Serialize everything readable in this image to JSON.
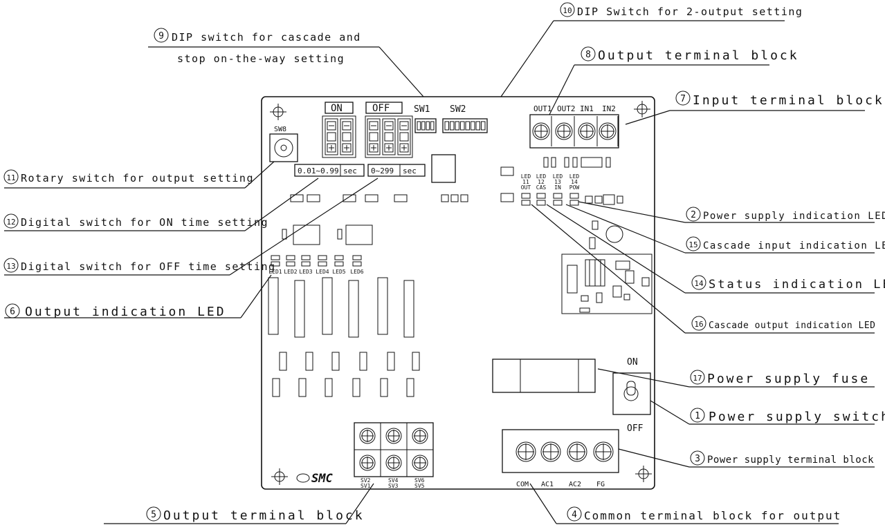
{
  "callouts": {
    "c1": {
      "num": "1",
      "text": "Power supply switch"
    },
    "c2": {
      "num": "2",
      "text": "Power supply indication LED"
    },
    "c3": {
      "num": "3",
      "text": "Power supply terminal block"
    },
    "c4": {
      "num": "4",
      "text": "Common terminal block for output"
    },
    "c5": {
      "num": "5",
      "text": "Output terminal block"
    },
    "c6": {
      "num": "6",
      "text": "Output indication LED"
    },
    "c7": {
      "num": "7",
      "text": "Input terminal block"
    },
    "c8": {
      "num": "8",
      "text": "Output terminal block"
    },
    "c9": {
      "num": "9",
      "text": "DIP switch for cascade and",
      "text2": "stop on-the-way setting"
    },
    "c10": {
      "num": "10",
      "text": "DIP Switch for 2-output setting"
    },
    "c11": {
      "num": "11",
      "text": "Rotary switch for output setting"
    },
    "c12": {
      "num": "12",
      "text": "Digital switch for ON time setting"
    },
    "c13": {
      "num": "13",
      "text": "Digital switch for OFF time setting"
    },
    "c14": {
      "num": "14",
      "text": "Status indication LED"
    },
    "c15": {
      "num": "15",
      "text": "Cascade input indication LED"
    },
    "c16": {
      "num": "16",
      "text": "Cascade output indication LED"
    },
    "c17": {
      "num": "17",
      "text": "Power supply fuse"
    }
  },
  "board": {
    "on_label": "ON",
    "off_label": "OFF",
    "sw1": "SW1",
    "sw2": "SW2",
    "sw8": "SW8",
    "on_range": "0.01~0.99",
    "off_range": "0~299",
    "sec": "sec",
    "terminals_top": [
      "OUT1",
      "OUT2",
      "IN1",
      "IN2"
    ],
    "terminals_power": [
      "COM",
      "AC1",
      "AC2",
      "FG"
    ],
    "sv_top": [
      "SV2",
      "SV4",
      "SV6"
    ],
    "sv_bottom": [
      "SV1",
      "SV3",
      "SV5"
    ],
    "leds": [
      "LED1",
      "LED2",
      "LED3",
      "LED4",
      "LED5",
      "LED6"
    ],
    "status_leds": [
      {
        "l1": "LED",
        "l2": "11",
        "l3": "OUT"
      },
      {
        "l1": "LED",
        "l2": "12",
        "l3": "CAS"
      },
      {
        "l1": "LED",
        "l2": "13",
        "l3": "IN"
      },
      {
        "l1": "LED",
        "l2": "14",
        "l3": "POW"
      }
    ],
    "switch_on": "ON",
    "switch_off": "OFF",
    "brand": "SMC"
  }
}
